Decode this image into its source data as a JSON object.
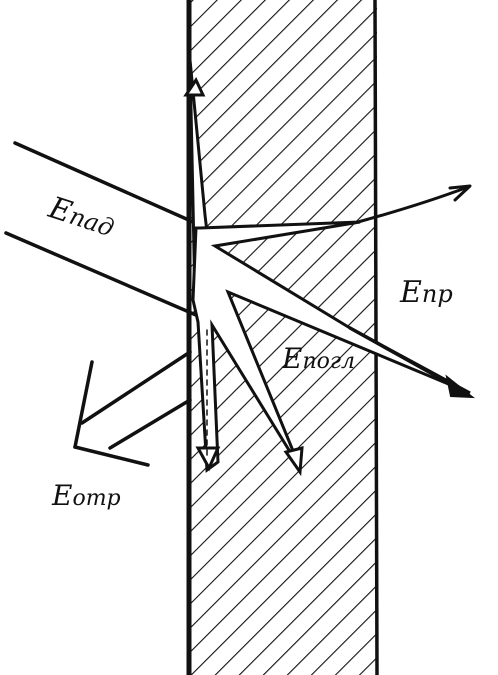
{
  "labels": {
    "incident": "E",
    "incident_sub": "пад",
    "transmitted": "E",
    "transmitted_sub": "пр",
    "absorbed": "E",
    "absorbed_sub": "погл",
    "reflected": "E",
    "reflected_sub": "отр"
  },
  "colors": {
    "ink": "#111111",
    "background": "#ffffff"
  }
}
